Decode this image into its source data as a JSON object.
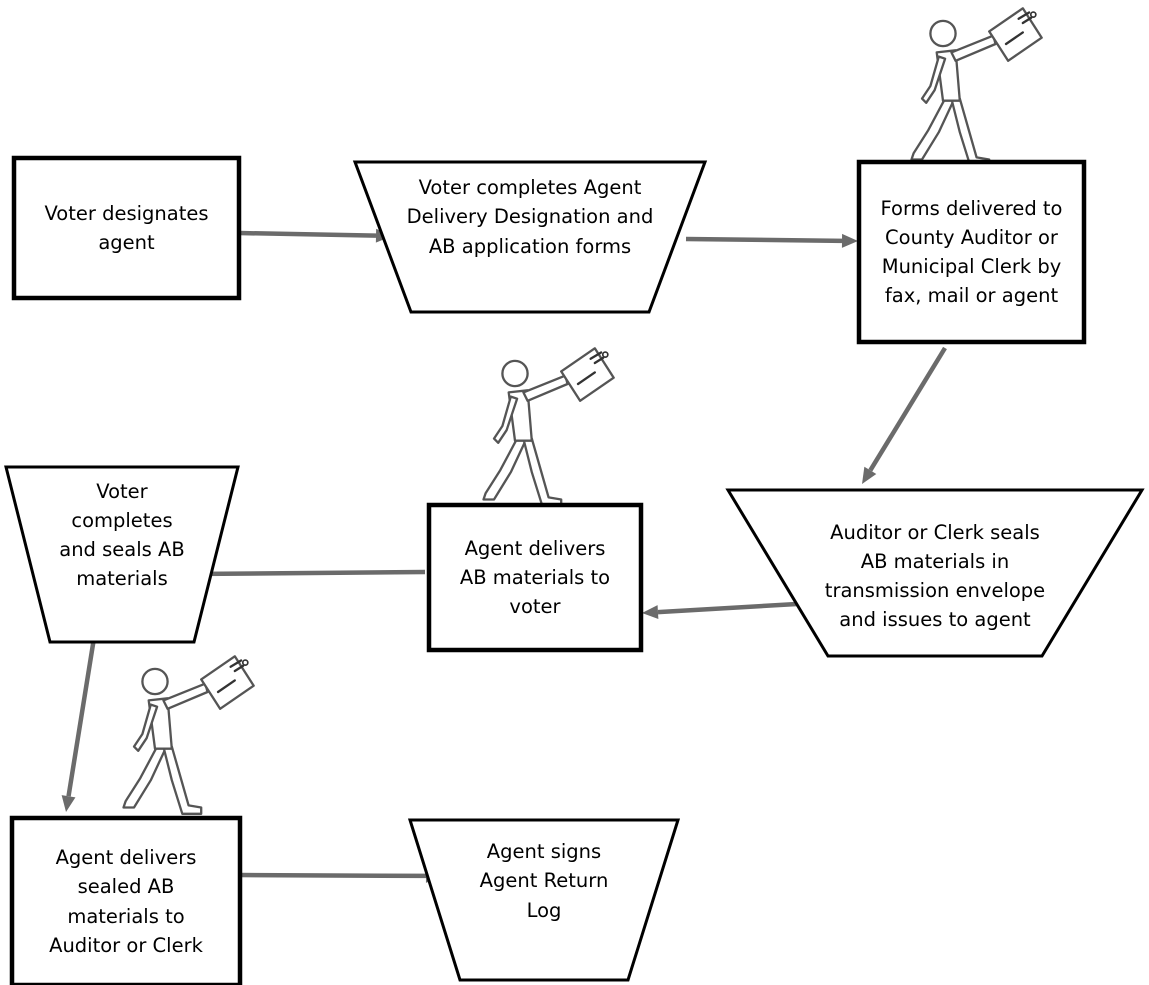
{
  "nodes": [
    {
      "id": "designate",
      "shape": "rect",
      "text": "Voter designates\nagent"
    },
    {
      "id": "complete-forms",
      "shape": "trapezoid",
      "text": "Voter completes Agent\nDelivery Designation and\nAB application  forms"
    },
    {
      "id": "forms-delivered",
      "shape": "rect",
      "text": "Forms delivered to\nCounty Auditor or\nMunicipal Clerk by\nfax, mail or agent"
    },
    {
      "id": "seal-issue",
      "shape": "trapezoid",
      "text": "Auditor or Clerk seals\nAB materials in\ntransmission envelope\nand issues to agent"
    },
    {
      "id": "agent-to-voter",
      "shape": "rect",
      "text": "Agent delivers\nAB materials to\nvoter"
    },
    {
      "id": "voter-seals",
      "shape": "trapezoid",
      "text": "Voter\ncompletes\nand seals AB\nmaterials"
    },
    {
      "id": "agent-returns",
      "shape": "rect",
      "text": "Agent delivers\nsealed AB\nmaterials to\nAuditor or Clerk"
    },
    {
      "id": "return-log",
      "shape": "trapezoid",
      "text": "Agent signs\nAgent  Return\nLog"
    }
  ],
  "edges": [
    {
      "from": "designate",
      "to": "complete-forms"
    },
    {
      "from": "complete-forms",
      "to": "forms-delivered"
    },
    {
      "from": "forms-delivered",
      "to": "seal-issue"
    },
    {
      "from": "seal-issue",
      "to": "agent-to-voter"
    },
    {
      "from": "agent-to-voter",
      "to": "voter-seals"
    },
    {
      "from": "voter-seals",
      "to": "agent-returns"
    },
    {
      "from": "agent-returns",
      "to": "return-log"
    }
  ],
  "figures": [
    {
      "id": "courier-1",
      "icon": "walking-person-with-ballot-icon"
    },
    {
      "id": "courier-2",
      "icon": "walking-person-with-ballot-icon"
    },
    {
      "id": "courier-3",
      "icon": "walking-person-with-ballot-icon"
    }
  ],
  "colors": {
    "arrow": "#6b6b6b",
    "stroke": "#000000",
    "figure": "#555555"
  }
}
